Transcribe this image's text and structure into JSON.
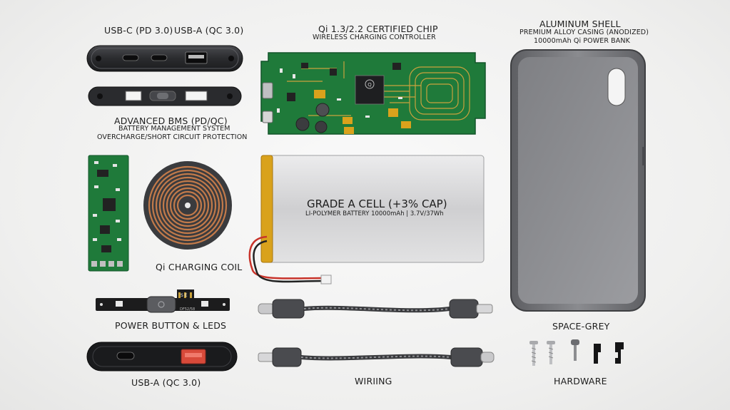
{
  "labels": {
    "usbc_pd": "USB-C (PD 3.0)",
    "usba_qc_top": "USB-A (QC 3.0)",
    "qi_chip_title": "Qi 1.3/2.2 CERTIFIED CHIP",
    "qi_chip_sub": "WIRELESS CHARGING CONTROLLER",
    "shell_title": "ALUMINUM SHELL",
    "shell_sub1": "PREMIUM ALLOY CASING (ANODIZED)",
    "shell_sub2": "10000mAh Qi POWER BANK",
    "bms_title": "ADVANCED BMS (PD/QC)",
    "bms_sub1": "BATTERY MANAGEMENT SYSTEM",
    "bms_sub2": "OVERCHARGE/SHORT CIRCUIT PROTECTION",
    "battery_title": "GRADE A CELL (+3% CAP)",
    "battery_sub": "LI-POLYMER BATTERY 10000mAh | 3.7V/37Wh",
    "coil": "Qi CHARGING COIL",
    "power_button": "POWER BUTTON & LEDS",
    "usba_qc_bottom": "USB-A (QC 3.0)",
    "wiring": "WIRIING",
    "space_grey": "SPACE-GREY",
    "hardware": "HARDWARE",
    "button_pcb_mark": "S E",
    "button_pcb_code": "DF52/58"
  },
  "colors": {
    "pcb_green": "#1f7a3a",
    "copper": "#c27a4a",
    "shell_grey": "#76777b",
    "battery_silver": "#d9d9da",
    "kapton": "#d9a21c",
    "usb_red": "#d84a3a"
  }
}
